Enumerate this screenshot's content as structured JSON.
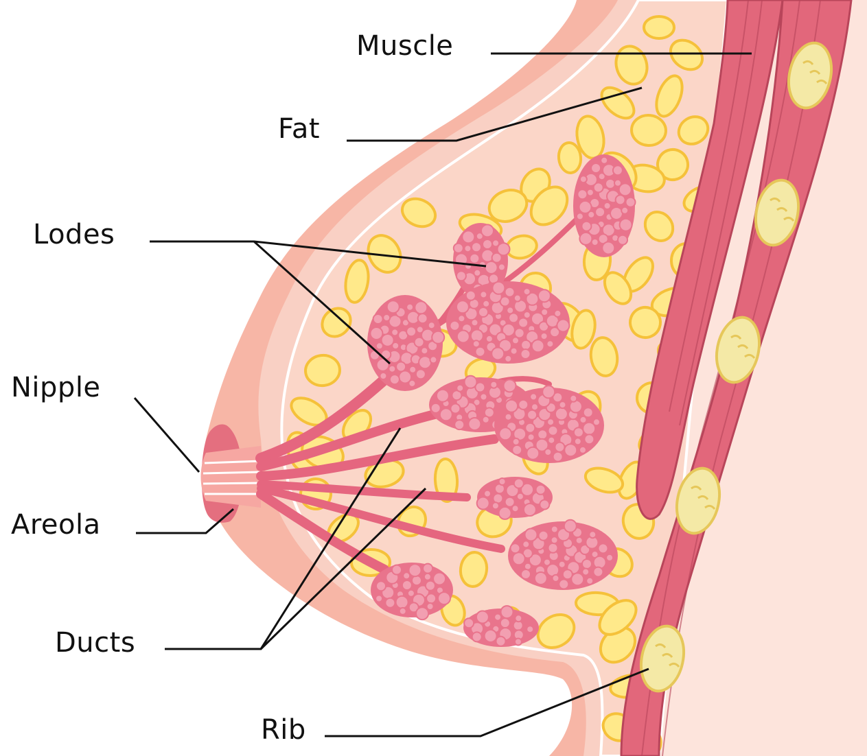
{
  "labels": {
    "muscle": "Muscle",
    "fat": "Fat",
    "lodes": "Lodes",
    "nipple": "Nipple",
    "areola": "Areola",
    "ducts": "Ducts",
    "rib": "Rib"
  },
  "colors": {
    "skin": "#f7b6a6",
    "skin_inner": "#f9d0c4",
    "chest_bg": "#fde4dc",
    "fat_fill": "#ffe98a",
    "fat_stroke": "#f5c13a",
    "tissue_bg": "#fbd6c8",
    "lobule": "#e9748c",
    "lobule_dot": "#f29fb1",
    "duct": "#e5667f",
    "muscle": "#e2677b",
    "muscle_dark": "#b8455a",
    "rib_fill": "#f4e9a6",
    "rib_stroke": "#e6c75a",
    "leader_line": "#111111"
  }
}
